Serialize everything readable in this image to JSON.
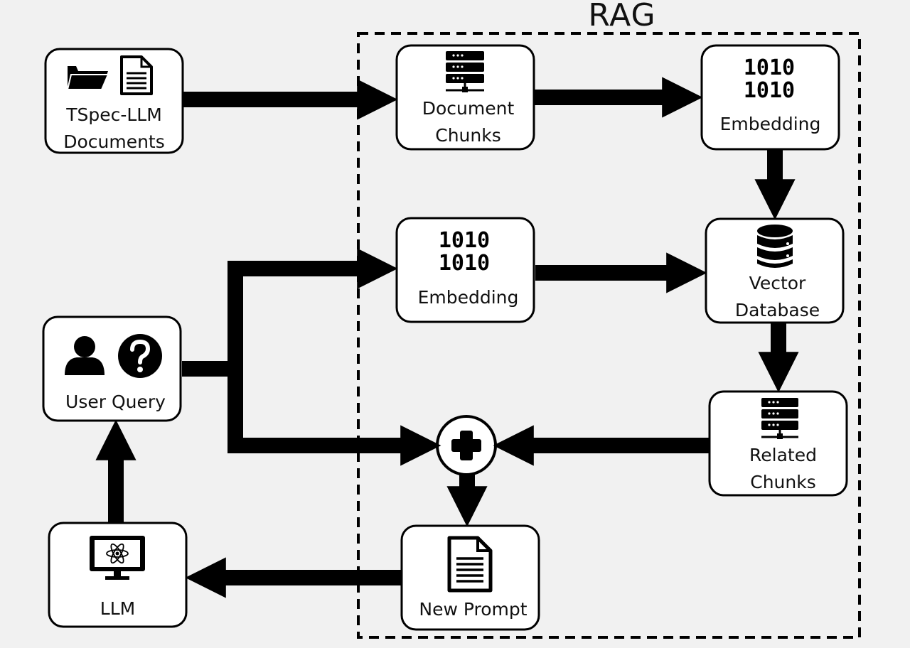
{
  "rag_title": "RAG",
  "nodes": {
    "documents": {
      "label_1": "TSpec-LLM",
      "label_2": "Documents",
      "icons": [
        "folder-icon",
        "document-icon"
      ]
    },
    "document_chunks": {
      "label_1": "Document",
      "label_2": "Chunks",
      "icons": [
        "server-icon"
      ]
    },
    "embedding_top": {
      "label": "Embedding",
      "icons": [
        "binary-icon"
      ],
      "binary_1": "1010",
      "binary_2": "1010"
    },
    "embedding_mid": {
      "label": "Embedding",
      "icons": [
        "binary-icon"
      ],
      "binary_1": "1010",
      "binary_2": "1010"
    },
    "vector_database": {
      "label_1": "Vector",
      "label_2": "Database",
      "icons": [
        "database-icon"
      ]
    },
    "related_chunks": {
      "label_1": "Related",
      "label_2": "Chunks",
      "icons": [
        "server-icon"
      ]
    },
    "user_query": {
      "label": "User Query",
      "icons": [
        "user-icon",
        "question-icon"
      ]
    },
    "new_prompt": {
      "label": "New Prompt",
      "icons": [
        "document-icon"
      ]
    },
    "llm": {
      "label": "LLM",
      "icons": [
        "monitor-atom-icon"
      ]
    }
  },
  "combine_node": {
    "icon": "plus-icon"
  },
  "edges": [
    {
      "from": "documents",
      "to": "document_chunks"
    },
    {
      "from": "document_chunks",
      "to": "embedding_top"
    },
    {
      "from": "embedding_top",
      "to": "vector_database"
    },
    {
      "from": "user_query",
      "to": "embedding_mid"
    },
    {
      "from": "embedding_mid",
      "to": "vector_database"
    },
    {
      "from": "vector_database",
      "to": "related_chunks"
    },
    {
      "from": "user_query",
      "to": "combine_node"
    },
    {
      "from": "related_chunks",
      "to": "combine_node"
    },
    {
      "from": "combine_node",
      "to": "new_prompt"
    },
    {
      "from": "new_prompt",
      "to": "llm"
    },
    {
      "from": "llm",
      "to": "user_query"
    }
  ],
  "colors": {
    "background": "#f1f1f1",
    "box_fill": "#ffffff",
    "stroke": "#000000"
  }
}
